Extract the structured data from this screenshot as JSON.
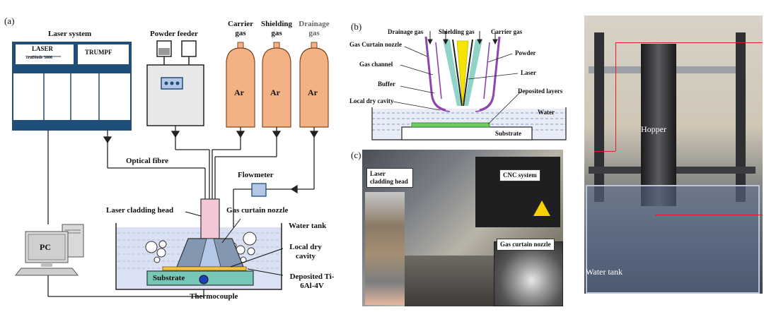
{
  "panels": {
    "a": "(a)",
    "b": "(b)",
    "c": "(c)"
  },
  "panel_a": {
    "laser_system": "Laser system",
    "laser_box_text": "LASER",
    "laser_model": "TruDiode 3006",
    "brand": "TRUMPF",
    "powder_feeder": "Powder feeder",
    "carrier_gas": "Carrier gas",
    "shielding_gas": "Shielding gas",
    "drainage_gas": "Drainage gas",
    "ar": "Ar",
    "optical_fibre": "Optical fibre",
    "flowmeter": "Flowmeter",
    "laser_cladding_head": "Laser cladding head",
    "gas_curtain_nozzle": "Gas curtain nozzle",
    "water_tank": "Water tank",
    "local_dry_cavity": "Local dry cavity",
    "substrate": "Substrate",
    "deposited": "Deposited Ti-6Al-4V",
    "thermocouple": "Thermocouple",
    "pc": "PC"
  },
  "panel_b": {
    "drainage_gas": "Drainage gas",
    "shielding_gas": "Shielding gas",
    "carrier_gas": "Carrier gas",
    "gas_curtain_nozzle": "Gas Curtain nozzle",
    "powder": "Powder",
    "gas_channel": "Gas channel",
    "laser": "Laser",
    "buffer": "Buffer",
    "deposited_layers": "Deposited layers",
    "local_dry_cavity": "Local dry cavity",
    "water": "Water",
    "substrate": "Substrate"
  },
  "panel_c": {
    "laser_cladding_head": "Laser cladding head",
    "cnc_system": "CNC system",
    "gas_curtain_nozzle": "Gas curtain nozzle"
  },
  "photo_right": {
    "hopper": "Hopper",
    "water_tank": "Water tank"
  },
  "colors": {
    "panel_a_blue": "#1f4e79",
    "cylinder": "#f4b183",
    "water": "#d9e1f2",
    "nozzle": "#8497b0",
    "head": "#f4c7d6",
    "substrate": "#76c7b7",
    "deposit": "#f4c542",
    "laser_beam": "#f5e400",
    "shield": "#8fd3c9",
    "curtain": "#8e44ad"
  }
}
